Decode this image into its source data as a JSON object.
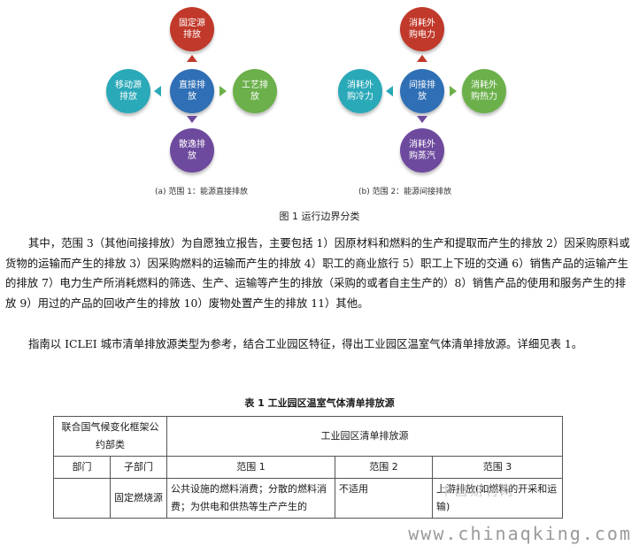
{
  "figure": {
    "diagram_a": {
      "center": "直接排放",
      "top": "固定源排放",
      "left": "移动源排放",
      "right": "工艺排放",
      "bottom": "散逸排放",
      "caption": "(a)  范围 1：能源直接排放"
    },
    "diagram_b": {
      "center": "间接排放",
      "top": "消耗外购电力",
      "left": "消耗外购冷力",
      "right": "消耗外购热力",
      "bottom": "消耗外购蒸汽",
      "caption": "(b)  范围 2：能源间接排放"
    },
    "caption": "图 1  运行边界分类",
    "colors": {
      "center": "#2f6fb5",
      "top": "#c0392b",
      "left": "#2aa9b8",
      "right": "#6bb04a",
      "bottom": "#6e4a9e"
    }
  },
  "paragraphs": [
    "其中，范围 3（其他间接排放）为自愿独立报告，主要包括 1）因原材料和燃料的生产和提取而产生的排放 2）因采购原料或货物的运输而产生的排放 3）因采购燃料的运输而产生的排放 4）职工的商业旅行 5）职工上下班的交通 6）销售产品的运输产生的排放 7）电力生产所消耗燃料的筛选、生产、运输等产生的排放（采购的或者自主生产的）8）销售产品的使用和服务产生的排放 9）用过的产品的回收产生的排放 10）废物处置产生的排放 11）其他。",
    "指南以 ICLEI 城市清单排放源类型为参考，结合工业园区特征，得出工业园区温室气体清单排放源。详细见表 1。"
  ],
  "table": {
    "title": "表 1  工业园区温室气体清单排放源",
    "header_left": "联合国气候变化框架公约部类",
    "header_right": "工业园区清单排放源",
    "col_dept": "部门",
    "col_subdept": "子部门",
    "col_scope1": "范围 1",
    "col_scope2": "范围 2",
    "col_scope3": "范围 3",
    "row1": {
      "dept": "",
      "subdept": "固定燃烧源",
      "scope1": "公共设施的燃料消费；分散的燃料消费；为供电和供热等生产产生的",
      "scope2": "不适用",
      "scope3": "上游排放(如燃料的开采和运输)"
    }
  },
  "watermark": "www.chinaqking.com",
  "watermark_cn": "中国期刊网"
}
